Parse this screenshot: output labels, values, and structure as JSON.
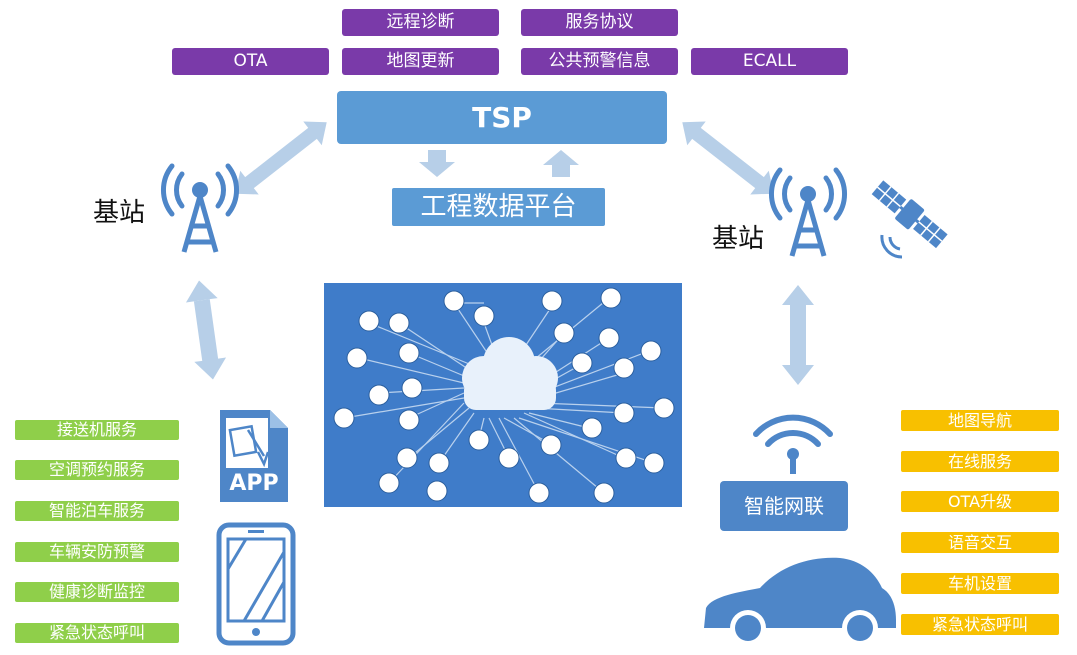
{
  "top_services": {
    "row1": [
      "远程诊断",
      "服务协议"
    ],
    "row2": [
      "OTA",
      "地图更新",
      "公共预警信息",
      "ECALL"
    ]
  },
  "tsp_label": "TSP",
  "engineering_platform": "工程数据平台",
  "base_station_left": "基站",
  "base_station_right": "基站",
  "app_label": "APP",
  "smart_network": "智能网联",
  "app_services": [
    "接送机服务",
    "空调预约服务",
    "智能泊车服务",
    "车辆安防预警",
    "健康诊断监控",
    "紧急状态呼叫"
  ],
  "car_services": [
    "地图导航",
    "在线服务",
    "OTA升级",
    "语音交互",
    "车机设置",
    "紧急状态呼叫"
  ],
  "colors": {
    "purple": "#7a3aa9",
    "tsp_blue": "#5b9bd5",
    "arrow": "#b7cfe8",
    "green": "#8fcf4a",
    "yellow": "#f8c000",
    "iot_bg": "#3f7cc9"
  }
}
